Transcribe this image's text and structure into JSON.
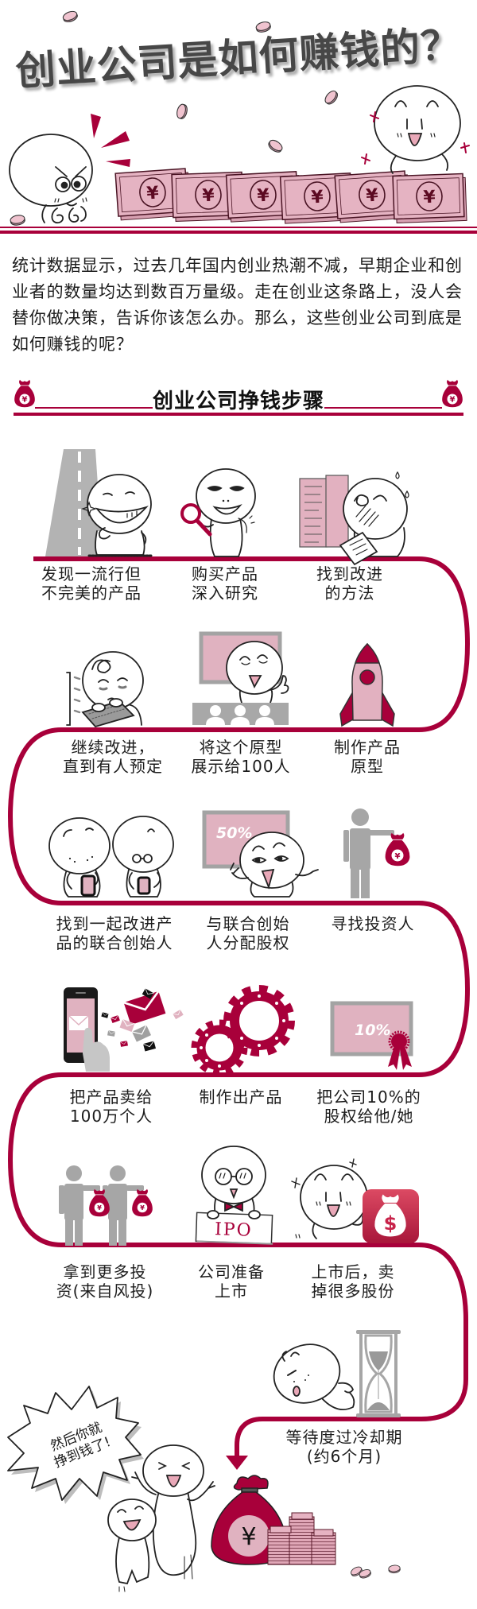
{
  "colors": {
    "accent": "#a8003a",
    "pink": "#e0b2c0",
    "gray": "#a6a6a6",
    "title": "#474747",
    "text": "#1c1c1c"
  },
  "header": {
    "title": "创业公司是如何赚钱的？",
    "bill_symbol": "¥",
    "icons": [
      "angry-character-icon",
      "alert-marks-icon",
      "yen-bills-icon",
      "happy-character-icon",
      "sparkle-icon",
      "coin-icon"
    ]
  },
  "intro": {
    "text": "统计数据显示，过去几年国内创业热潮不减，早期企业和创\n业者的数量均达到数百万量级。走在创业这条路上，没人会\n替你做决策，告诉你该怎么办。那么，这些创业公司到底是\n如何赚钱的呢？"
  },
  "section": {
    "title": "创业公司挣钱步骤",
    "bag_symbol": "¥",
    "icon": "money-bag-icon"
  },
  "steps": [
    {
      "label": "发现一流行但\n不完美的产品",
      "icon": "road-character-icon"
    },
    {
      "label": "购买产品\n深入研究",
      "icon": "magnifying-glass-icon"
    },
    {
      "label": "找到改进\n的方法",
      "icon": "paper-stack-icon"
    },
    {
      "label": "制作产品\n原型",
      "icon": "rocket-icon"
    },
    {
      "label": "将这个原型\n展示给100人",
      "icon": "presentation-screen-icon"
    },
    {
      "label": "继续改进，\n直到有人预定",
      "icon": "typing-character-icon"
    },
    {
      "label": "找到一起改进产\n品的联合创始人",
      "icon": "cofounders-icon"
    },
    {
      "label": "与联合创始\n人分配股权",
      "icon": "equity-screen-icon"
    },
    {
      "label": "寻找投资人",
      "icon": "investor-icon"
    },
    {
      "label": "把公司10%的\n股权给他/她",
      "icon": "certificate-icon"
    },
    {
      "label": "制作出产品",
      "icon": "gears-icon"
    },
    {
      "label": "把产品卖给\n100万个人",
      "icon": "phone-mail-icon"
    },
    {
      "label": "拿到更多投\n资(来自风投)",
      "icon": "venture-investors-icon"
    },
    {
      "label": "公司准备\n上市",
      "icon": "ipo-sign-icon"
    },
    {
      "label": "上市后，卖\n掉很多股份",
      "icon": "money-app-icon"
    },
    {
      "label": "等待度过冷却期\n(约6个月)",
      "icon": "hourglass-icon"
    }
  ],
  "illustrations": {
    "screen_percent": "50%",
    "certificate_percent": "10%",
    "ipo_sign": "IPO",
    "yen": "¥",
    "dollar": "$"
  },
  "finale": {
    "bubble": "然后你就\n挣到钱了!",
    "bag_symbol": "¥",
    "icons": [
      "speech-bubble",
      "jumping-characters-icon",
      "money-bag-icon",
      "cash-stacks-icon",
      "arrow-down-icon"
    ]
  }
}
